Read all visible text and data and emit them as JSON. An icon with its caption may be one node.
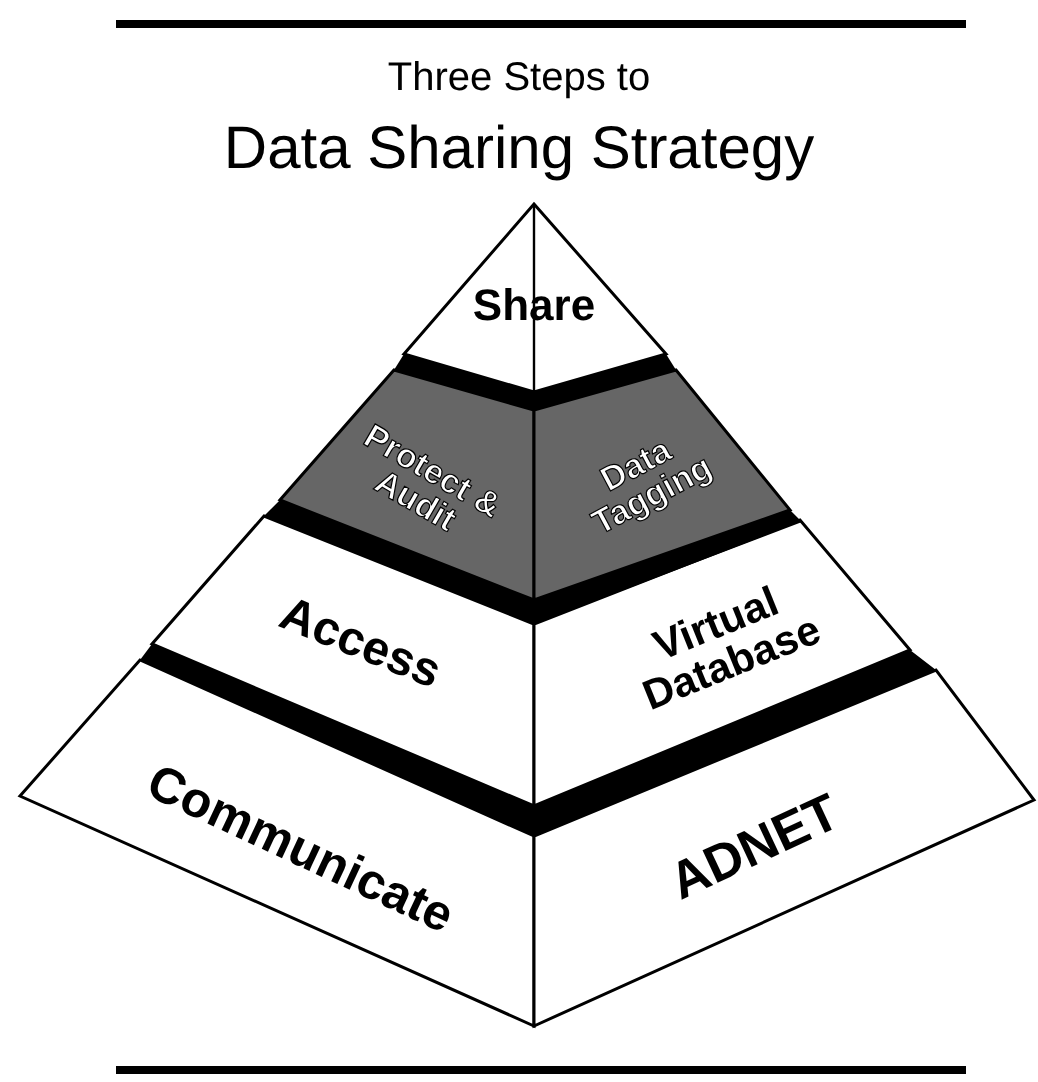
{
  "diagram": {
    "title": "Data Sharing Strategy",
    "nodes": [
      {
        "text": [
          "Share"
        ]
      },
      {
        "text": [
          "Protect & Audit"
        ]
      },
      {
        "text": [
          "Data Tagging"
        ]
      },
      {
        "text": [
          "Access"
        ]
      },
      {
        "text": [
          "Virtual Database"
        ]
      },
      {
        "text": [
          "Communicate"
        ]
      },
      {
        "text": [
          "ADNET"
        ]
      }
    ],
    "labels": [
      "Three Steps to"
    ]
  }
}
